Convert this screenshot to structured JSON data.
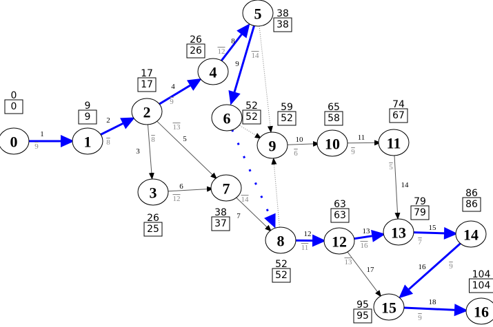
{
  "colors": {
    "critical": "#0000ff",
    "normal": "#000000",
    "slack_text": "#888888"
  },
  "nodes": [
    {
      "id": "0",
      "earliest": "0",
      "latest": "0"
    },
    {
      "id": "1",
      "earliest": "9",
      "latest": "9"
    },
    {
      "id": "2",
      "earliest": "17",
      "latest": "17"
    },
    {
      "id": "3",
      "earliest": "26",
      "latest": "25"
    },
    {
      "id": "4",
      "earliest": "26",
      "latest": "26"
    },
    {
      "id": "5",
      "earliest": "38",
      "latest": "38"
    },
    {
      "id": "6",
      "earliest": "52",
      "latest": "52"
    },
    {
      "id": "7",
      "earliest": "38",
      "latest": "37"
    },
    {
      "id": "8",
      "earliest": "52",
      "latest": "52"
    },
    {
      "id": "9",
      "earliest": "59",
      "latest": "52"
    },
    {
      "id": "10",
      "earliest": "65",
      "latest": "58"
    },
    {
      "id": "11",
      "earliest": "74",
      "latest": "67"
    },
    {
      "id": "12",
      "earliest": "63",
      "latest": "63"
    },
    {
      "id": "13",
      "earliest": "79",
      "latest": "79"
    },
    {
      "id": "14",
      "earliest": "86",
      "latest": "86"
    },
    {
      "id": "15",
      "earliest": "95",
      "latest": "95"
    },
    {
      "id": "16",
      "earliest": "104",
      "latest": "104"
    }
  ],
  "edges": [
    {
      "from": "0",
      "to": "1",
      "label": "1",
      "value": "9",
      "style": "critical"
    },
    {
      "from": "1",
      "to": "2",
      "label": "2",
      "value": "8",
      "style": "critical"
    },
    {
      "from": "2",
      "to": "4",
      "label": "4",
      "value": "9",
      "style": "critical"
    },
    {
      "from": "4",
      "to": "5",
      "label": "8",
      "value": "12",
      "style": "critical"
    },
    {
      "from": "5",
      "to": "6",
      "label": "9",
      "value": "14",
      "style": "critical"
    },
    {
      "from": "2",
      "to": "3",
      "label": "3",
      "value": "8",
      "style": "normal"
    },
    {
      "from": "2",
      "to": "7",
      "label": "5",
      "value": "13",
      "style": "normal"
    },
    {
      "from": "3",
      "to": "7",
      "label": "6",
      "value": "12",
      "style": "normal"
    },
    {
      "from": "7",
      "to": "8",
      "label": "7",
      "value": "14",
      "style": "normal"
    },
    {
      "from": "9",
      "to": "10",
      "label": "10",
      "value": "6",
      "style": "normal"
    },
    {
      "from": "10",
      "to": "11",
      "label": "11",
      "value": "9",
      "style": "normal"
    },
    {
      "from": "11",
      "to": "13",
      "label": "14",
      "value": "5",
      "style": "normal"
    },
    {
      "from": "8",
      "to": "12",
      "label": "12",
      "value": "11",
      "style": "critical"
    },
    {
      "from": "12",
      "to": "13",
      "label": "13",
      "value": "16",
      "style": "critical"
    },
    {
      "from": "13",
      "to": "14",
      "label": "15",
      "value": "7",
      "style": "critical"
    },
    {
      "from": "14",
      "to": "15",
      "label": "16",
      "value": "9",
      "style": "critical"
    },
    {
      "from": "12",
      "to": "15",
      "label": "17",
      "value": "13",
      "style": "normal"
    },
    {
      "from": "15",
      "to": "16",
      "label": "18",
      "value": "9",
      "style": "critical"
    },
    {
      "from": "5",
      "to": "9",
      "style": "dummy"
    },
    {
      "from": "6",
      "to": "9",
      "style": "dummy"
    },
    {
      "from": "8",
      "to": "9",
      "style": "dummy"
    },
    {
      "from": "6",
      "to": "8",
      "style": "critical-dummy"
    }
  ]
}
